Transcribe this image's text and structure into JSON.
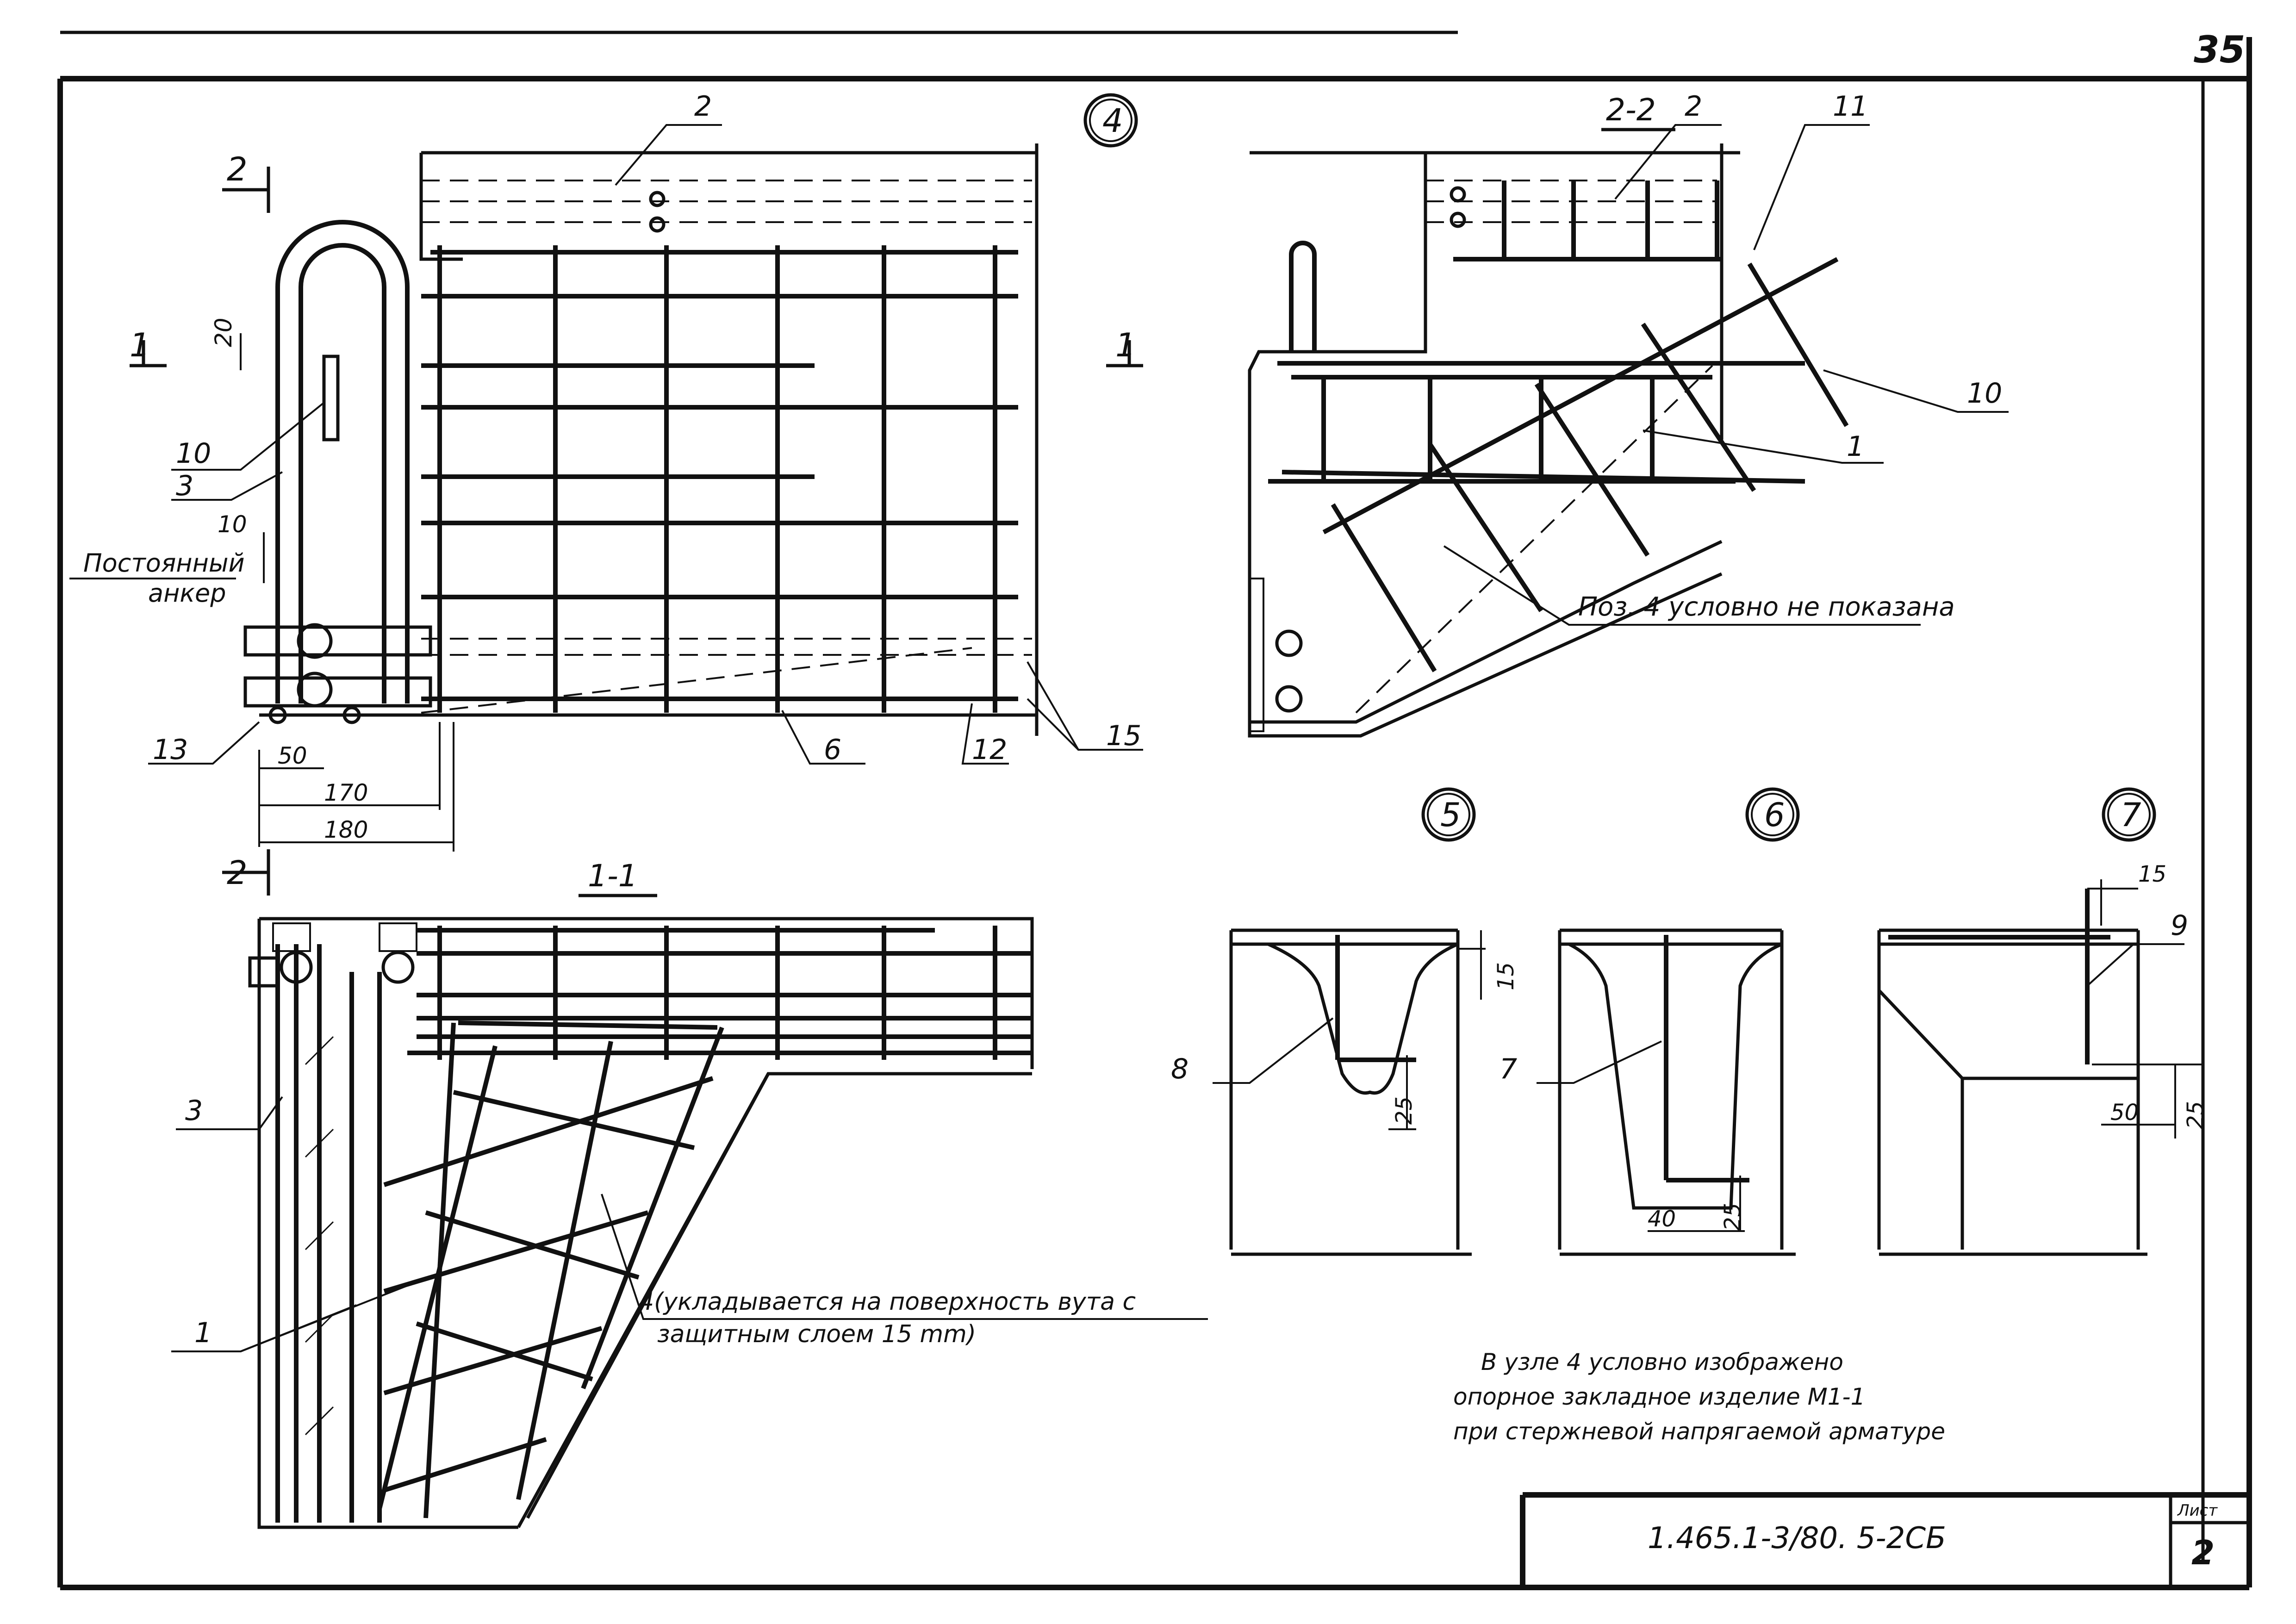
{
  "sheet": {
    "page_number": "35",
    "list_label": "Лист",
    "list_number": "2",
    "code": "1.465.1-3/80. 5-2СБ",
    "note": [
      "В узле 4 условно изображено",
      "опорное закладное изделие М1-1",
      "при стержневой напрягаемой арматуре"
    ]
  },
  "view_main": {
    "node_marker": "4",
    "cut_marker_2": "2",
    "cut_marker_1": "1",
    "anchor_label_line1": "Постоянный",
    "anchor_label_line2": "анкер",
    "positions": {
      "p2": "2",
      "p3": "3",
      "p10": "10",
      "p13": "13",
      "p6": "6",
      "p12": "12",
      "p15": "15"
    },
    "dimensions": {
      "d20": "20",
      "d10": "10",
      "d50": "50",
      "d170": "170",
      "d180": "180"
    }
  },
  "view_2_2": {
    "title": "2-2",
    "positions": {
      "p2": "2",
      "p11": "11",
      "p10": "10",
      "p1": "1"
    },
    "note": "Поз. 4 условно не показана"
  },
  "view_1_1": {
    "title": "1-1",
    "positions": {
      "p3": "3",
      "p1": "1"
    },
    "note_line1": "4(укладывается на поверхность вута с",
    "note_line2": "защитным слоем 15 mm)"
  },
  "node_5": {
    "marker": "5",
    "pos": "8",
    "d15": "15",
    "d25": "25"
  },
  "node_6": {
    "marker": "6",
    "pos": "7",
    "d40": "40",
    "d25": "25"
  },
  "node_7": {
    "marker": "7",
    "pos": "9",
    "d15": "15",
    "d50": "50",
    "d25": "25"
  }
}
